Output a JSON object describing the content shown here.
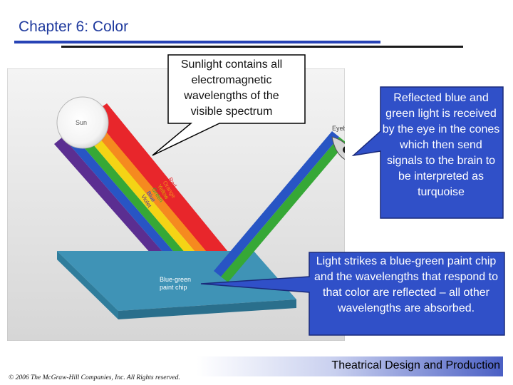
{
  "slide": {
    "title": "Chapter 6:  Color",
    "footer_title": "Theatrical Design and Production",
    "copyright": "© 2006 The McGraw-Hill Companies, Inc. All Rights reserved."
  },
  "diagram": {
    "sun_label": "Sun",
    "eyeball_label": "Eyeball",
    "chip_label_line1": "Blue-green",
    "chip_label_line2": "paint chip",
    "spectrum": [
      {
        "name": "Red",
        "color": "#e8262b"
      },
      {
        "name": "Orange",
        "color": "#f58a1f"
      },
      {
        "name": "Yellow",
        "color": "#f4d415"
      },
      {
        "name": "Green",
        "color": "#36a836"
      },
      {
        "name": "Blue",
        "color": "#2855c4"
      },
      {
        "name": "Violet",
        "color": "#5b2e91"
      }
    ],
    "reflected_colors": [
      "#36a836",
      "#2855c4"
    ]
  },
  "callouts": {
    "sunlight": "Sunlight contains all electromagnetic wavelengths of the visible spectrum",
    "reflected": "Reflected blue and green light is received by the eye in the cones which then send signals to the brain to be interpreted as turquoise",
    "chip": "Light strikes a blue-green paint chip and the wavelengths that respond to that color are reflected – all other wavelengths are absorbed."
  },
  "colors": {
    "title": "#1f3a9e",
    "callout_blue": "#3050c8",
    "callout_border": "#1a2a7a"
  }
}
